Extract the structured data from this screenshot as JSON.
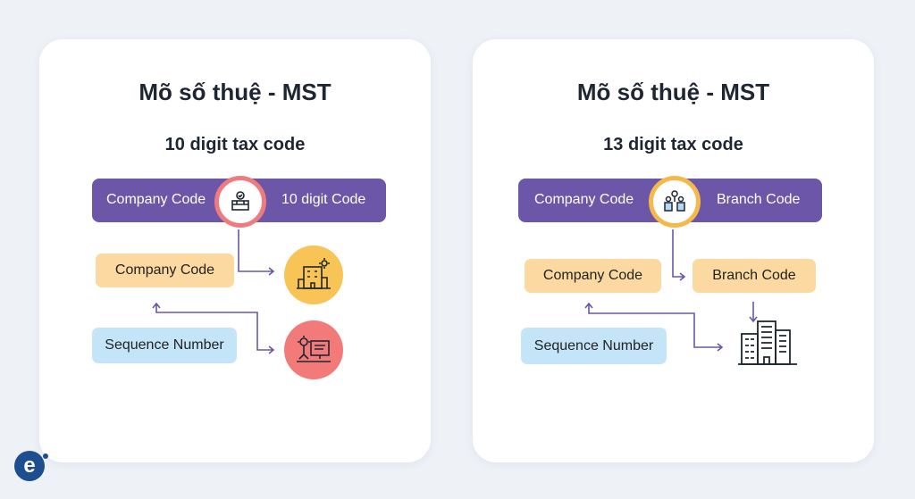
{
  "left_card": {
    "title": "Mõ số thuệ - MST",
    "subtitle": "10 digit tax code",
    "bar": {
      "left_label": "Company Code",
      "right_label": "10 digit Code",
      "ring_color": "#ef7b7e"
    },
    "company_code_label": "Company Code",
    "sequence_number_label": "Sequence Number",
    "icons": [
      "building-check-icon",
      "factory-icon",
      "gear-computer-icon"
    ]
  },
  "right_card": {
    "title": "Mõ số thuệ - MST",
    "subtitle": "13 digit tax code",
    "bar": {
      "left_label": "Company Code",
      "right_label": "Branch Code",
      "ring_color": "#f5b94a"
    },
    "company_code_label": "Company Code",
    "branch_code_label": "Branch Code",
    "sequence_number_label": "Sequence Number",
    "icons": [
      "people-network-icon",
      "office-building-icon"
    ]
  },
  "logo": {
    "letter": "e"
  },
  "colors": {
    "purple": "#6b56a8",
    "peach": "#fcd9a0",
    "light_blue": "#c4e5f7",
    "yellow": "#f7c455",
    "red": "#f27b7a",
    "arrow": "#6b56a8"
  }
}
